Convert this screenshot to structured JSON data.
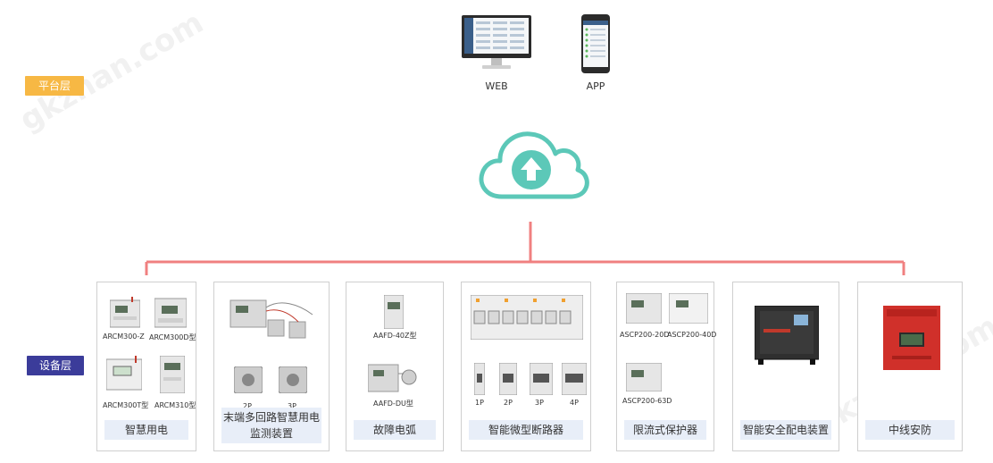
{
  "layers": {
    "platform": "平台层",
    "device": "设备层"
  },
  "clients": {
    "web": "WEB",
    "app": "APP"
  },
  "watermark": "gkzhan.com",
  "colors": {
    "platform_tag": "#f7b844",
    "device_tag": "#3b3c9a",
    "connector": "#f08080",
    "cloud": "#5cc8b8"
  },
  "cards": [
    {
      "title": "智慧用电",
      "devices": [
        "ARCM300-Z",
        "ARCM300D型",
        "ARCM300T型",
        "ARCM310型"
      ]
    },
    {
      "title": "末端多回路智慧用电监测装置",
      "devices": [
        "2P",
        "3P"
      ]
    },
    {
      "title": "故障电弧",
      "devices": [
        "AAFD-40Z型",
        "AAFD-DU型"
      ]
    },
    {
      "title": "智能微型断路器",
      "devices": [
        "1P",
        "2P",
        "3P",
        "4P"
      ]
    },
    {
      "title": "限流式保护器",
      "devices": [
        "ASCP200-20D",
        "ASCP200-40D",
        "ASCP200-63D"
      ]
    },
    {
      "title": "智能安全配电装置",
      "devices": []
    },
    {
      "title": "中线安防",
      "devices": []
    }
  ]
}
